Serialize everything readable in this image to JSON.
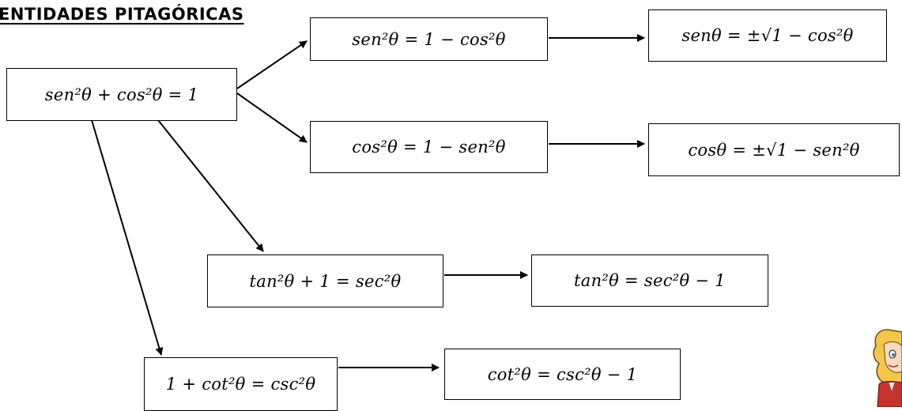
{
  "title": "ENTIDADES PITAGÓRICAS",
  "boxes": {
    "main": "sen²θ + cos²θ = 1",
    "sen_sq": "sen²θ = 1 − cos²θ",
    "sen_root": "senθ = ±√1 − cos²θ",
    "cos_sq": "cos²θ = 1 − sen²θ",
    "cos_root": "cosθ = ±√1 − sen²θ",
    "tan_identity": "tan²θ + 1 = sec²θ",
    "tan_sq": "tan²θ = sec²θ − 1",
    "cot_identity": "1 + cot²θ = csc²θ",
    "cot_sq": "cot²θ = csc²θ − 1"
  }
}
